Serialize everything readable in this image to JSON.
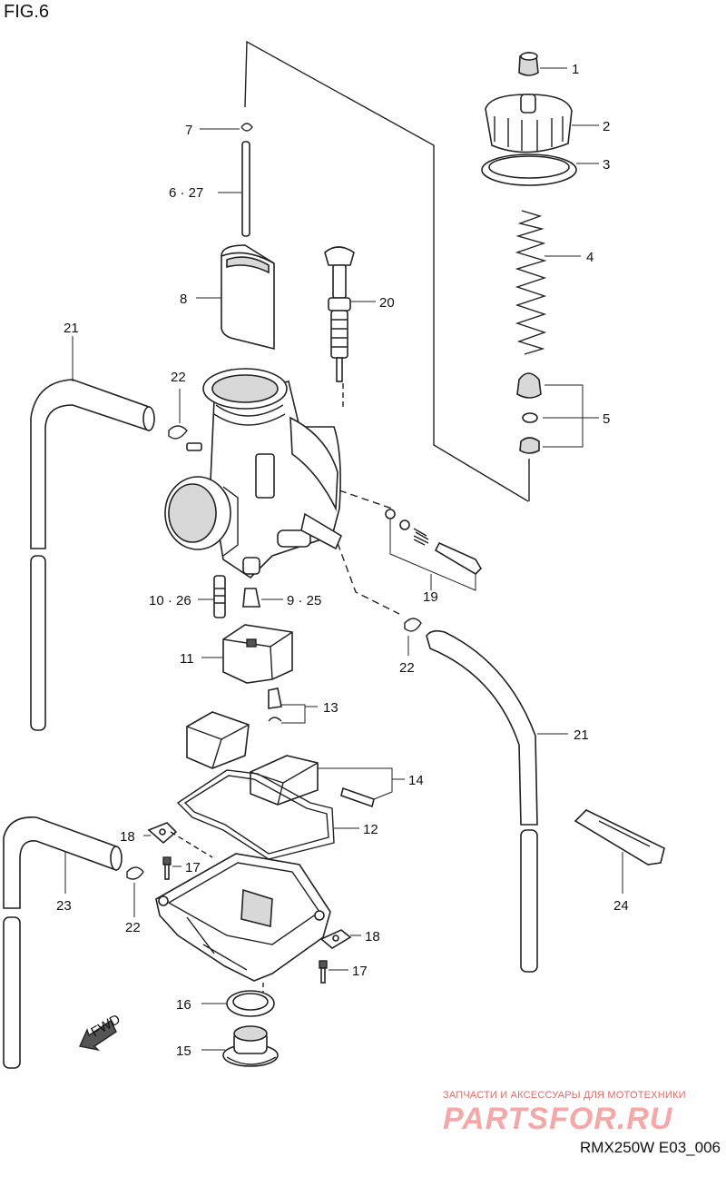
{
  "figure": {
    "title": "FIG.6",
    "code": "RMX250W E03_006"
  },
  "watermark": {
    "small": "ЗАПЧАСТИ И АКСЕССУАРЫ ДЛЯ МОТОТЕХНИКИ",
    "big": "PARTSFOR.RU"
  },
  "fwd_label": "FWD",
  "callouts": {
    "c1": "1",
    "c2": "2",
    "c3": "3",
    "c4": "4",
    "c5": "5",
    "c6": "6 · 27",
    "c7": "7",
    "c8": "8",
    "c9": "9 · 25",
    "c10": "10 · 26",
    "c11": "11",
    "c12": "12",
    "c13": "13",
    "c14": "14",
    "c15": "15",
    "c16": "16",
    "c17a": "17",
    "c17b": "17",
    "c18a": "18",
    "c18b": "18",
    "c19": "19",
    "c20": "20",
    "c21a": "21",
    "c21b": "21",
    "c22a": "22",
    "c22b": "22",
    "c22c": "22",
    "c23": "23",
    "c24": "24"
  }
}
